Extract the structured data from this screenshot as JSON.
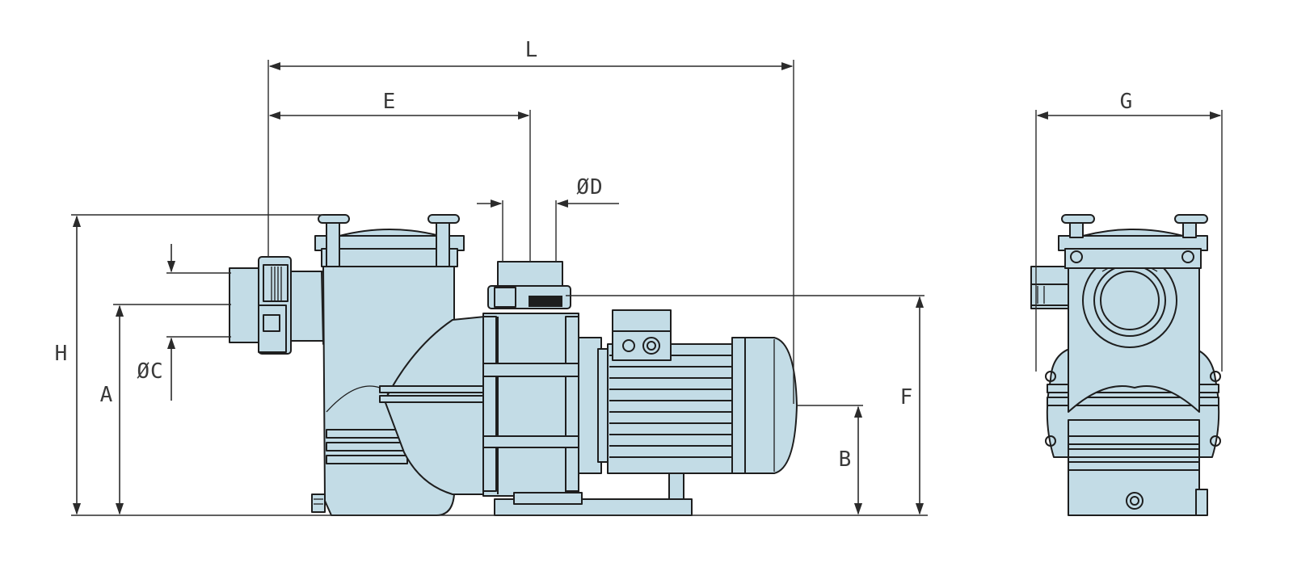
{
  "labels": {
    "L": "L",
    "E": "E",
    "D": "ØD",
    "G": "G",
    "H": "H",
    "A": "A",
    "C": "ØC",
    "F": "F",
    "B": "B"
  },
  "colors": {
    "body_fill": "#c3dce6",
    "outline": "#1e1e1e",
    "dimension_line": "#2b2b2b",
    "background": "#ffffff"
  }
}
